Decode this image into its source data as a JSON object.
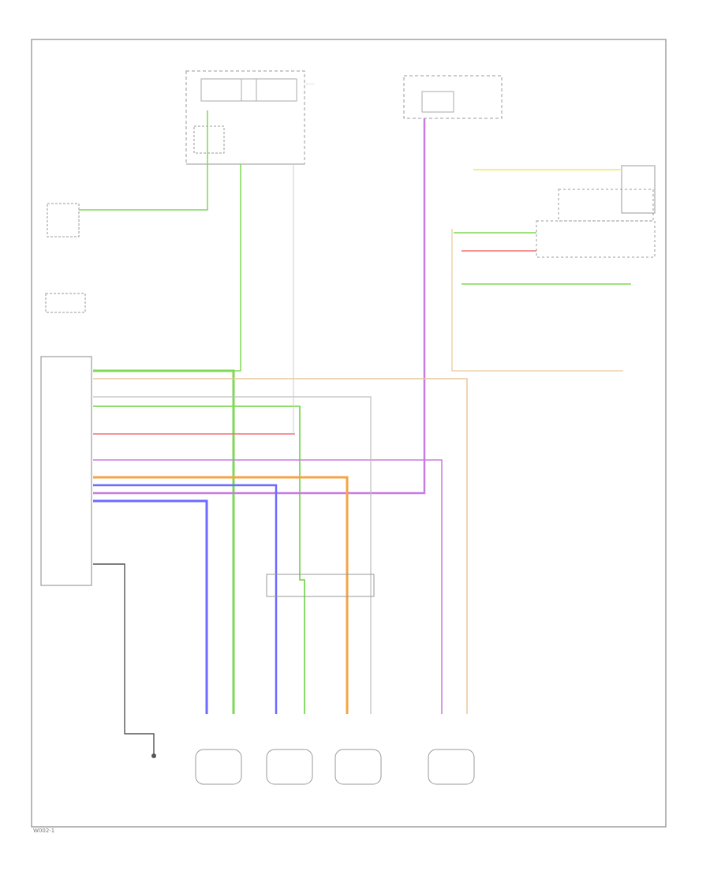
{
  "page_id": "W002-1",
  "wires": [
    {
      "id": "green-main",
      "color": "#7ed957"
    },
    {
      "id": "yellow-main",
      "color": "#f3f07a"
    },
    {
      "id": "purple-main",
      "color": "#c87be0"
    },
    {
      "id": "red-main",
      "color": "#f07070"
    },
    {
      "id": "orange-main",
      "color": "#f5a445"
    },
    {
      "id": "blue-main",
      "color": "#6b6bff"
    },
    {
      "id": "tan-main",
      "color": "#e8c79a"
    },
    {
      "id": "gray-main",
      "color": "#bdbdbd"
    },
    {
      "id": "black-main",
      "color": "#555555"
    }
  ],
  "components": [
    {
      "id": "fuse-box-main",
      "icon": "fuse-icon"
    },
    {
      "id": "fuse-box-right",
      "icon": "fuse-icon"
    },
    {
      "id": "brake-switch",
      "icon": "switch-icon"
    },
    {
      "id": "control-unit",
      "icon": "module-icon"
    },
    {
      "id": "sensor-rf",
      "icon": "wheel-sensor-icon"
    },
    {
      "id": "sensor-lf",
      "icon": "wheel-sensor-icon"
    },
    {
      "id": "sensor-rr",
      "icon": "wheel-sensor-icon"
    },
    {
      "id": "sensor-lr",
      "icon": "wheel-sensor-icon"
    },
    {
      "id": "ground-point",
      "icon": "ground-icon"
    }
  ]
}
